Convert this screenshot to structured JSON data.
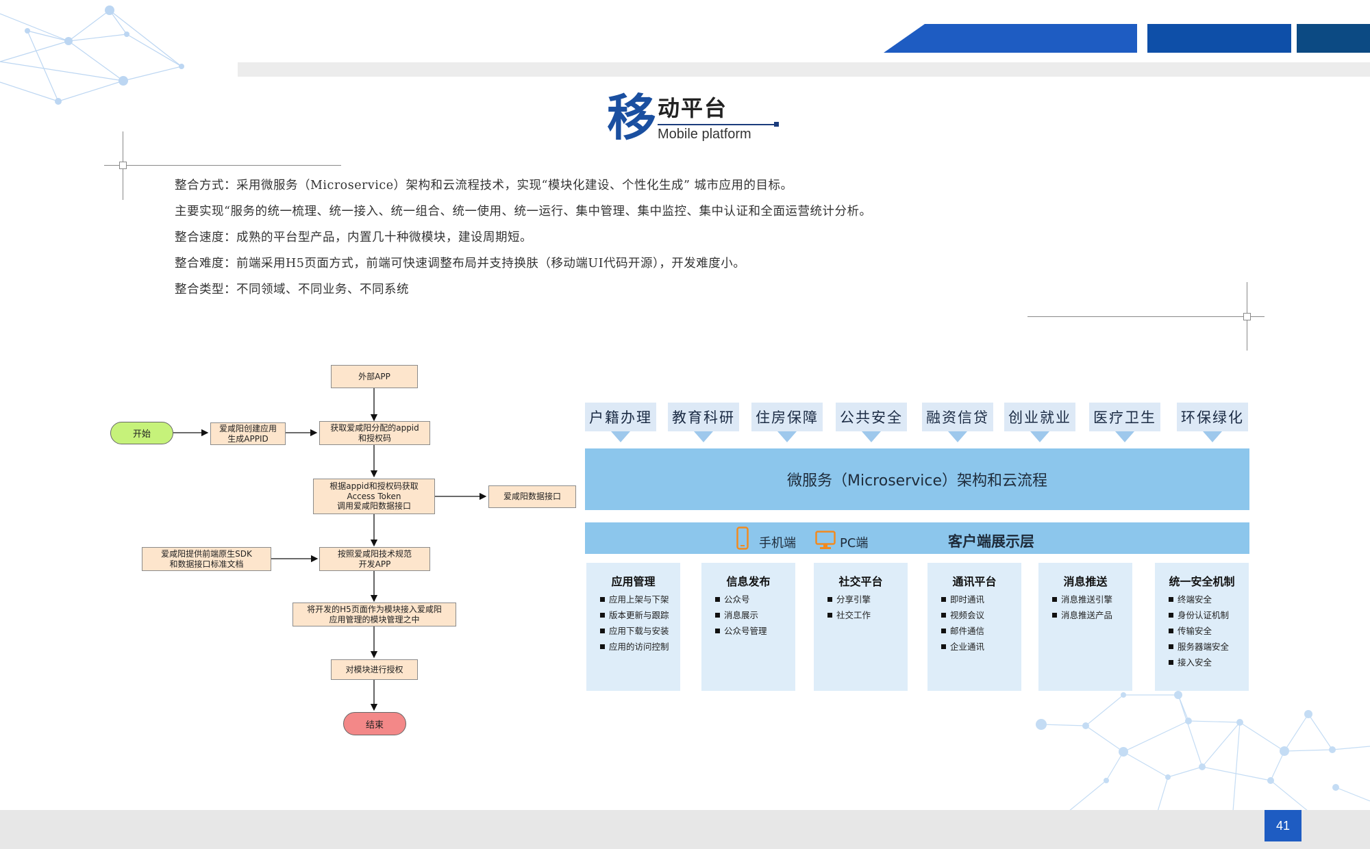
{
  "title": {
    "big_char": "移",
    "rest": "动平台",
    "english": "Mobile platform"
  },
  "paragraphs": [
    "整合方式：采用微服务（Microservice）架构和云流程技术，实现“模块化建设、个性化生成” 城市应用的目标。",
    "主要实现“服务的统一梳理、统一接入、统一组合、统一使用、统一运行、集中管理、集中监控、集中认证和全面运营统计分析。",
    "整合速度：成熟的平台型产品，内置几十种微模块，建设周期短。",
    "整合难度：前端采用H5页面方式，前端可快速调整布局并支持换肤（移动端UI代码开源），开发难度小。",
    "整合类型：不同领域、不同业务、不同系统"
  ],
  "flow": {
    "start": "开始",
    "create_app_l1": "爱咸阳创建应用",
    "create_app_l2": "生成APPID",
    "external_app": "外部APP",
    "get_appid_l1": "获取爱咸阳分配的appid",
    "get_appid_l2": "和授权码",
    "token_l1": "根据appid和授权码获取",
    "token_l2": "Access Token",
    "token_l3": "调用爱咸阳数据接口",
    "data_api": "爱咸阳数据接口",
    "sdk_l1": "爱咸阳提供前端原生SDK",
    "sdk_l2": "和数据接口标准文档",
    "develop_l1": "按照爱咸阳技术规范",
    "develop_l2": "开发APP",
    "h5_l1": "将开发的H5页面作为模块接入爱咸阳",
    "h5_l2": "应用管理的模块管理之中",
    "authorize": "对模块进行授权",
    "end": "结束"
  },
  "arch": {
    "categories": [
      "户籍办理",
      "教育科研",
      "住房保障",
      "公共安全",
      "融资信贷",
      "创业就业",
      "医疗卫生",
      "环保绿化"
    ],
    "microservice": "微服务（Microservice）架构和云流程",
    "phone_label": "手机端",
    "pc_label": "PC端",
    "client_layer": "客户端展示层",
    "modules": [
      {
        "title": "应用管理",
        "items": [
          "应用上架与下架",
          "版本更新与跟踪",
          "应用下载与安装",
          "应用的访问控制"
        ]
      },
      {
        "title": "信息发布",
        "items": [
          "公众号",
          "消息展示",
          "公众号管理"
        ]
      },
      {
        "title": "社交平台",
        "items": [
          "分享引擎",
          "社交工作"
        ]
      },
      {
        "title": "通讯平台",
        "items": [
          "即时通讯",
          "视频会议",
          "邮件通信",
          "企业通讯"
        ]
      },
      {
        "title": "消息推送",
        "items": [
          "消息推送引擎",
          "消息推送产品"
        ]
      },
      {
        "title": "统一安全机制",
        "items": [
          "终端安全",
          "身份认证机制",
          "传输安全",
          "服务器端安全",
          "接入安全"
        ]
      }
    ],
    "phone_icon_color": "#f28a1e",
    "pc_icon_color": "#f28a1e"
  },
  "page_number": "41",
  "colors": {
    "brand_blue": "#1e5cc2",
    "accent_blue": "#8cc6ec"
  }
}
